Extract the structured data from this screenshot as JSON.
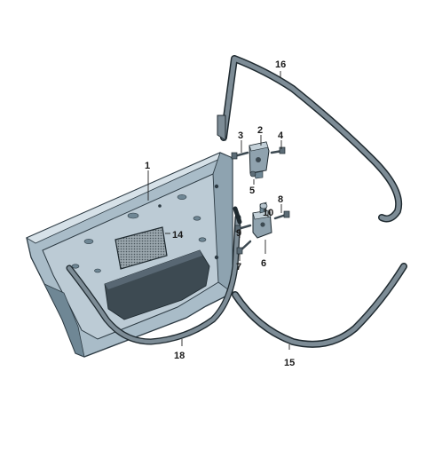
{
  "diagram": {
    "callouts": {
      "c1": "1",
      "c2": "2",
      "c3": "3",
      "c4": "4",
      "c5": "5",
      "c6": "6",
      "c7": "7",
      "c8": "8",
      "c9": "9",
      "c10": "10",
      "c14": "14",
      "c15": "15",
      "c16": "16",
      "c18": "18"
    },
    "colors": {
      "door_face": "#a9bcc8",
      "door_light": "#d6e1e8",
      "door_dark": "#6f8795",
      "door_edge": "#2d3b44",
      "panel_dark": "#3d4a52",
      "seal_fill": "#7d8c96",
      "seal_edge": "#1f2a30",
      "parts": "#8fa2ae"
    }
  }
}
